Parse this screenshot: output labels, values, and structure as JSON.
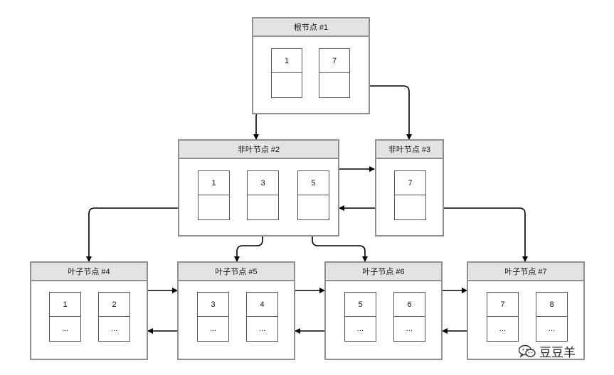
{
  "nodes": {
    "root": {
      "title": "根节点 #1",
      "keys": [
        "1",
        "7"
      ]
    },
    "internal2": {
      "title": "非叶节点 #2",
      "keys": [
        "1",
        "3",
        "5"
      ]
    },
    "internal3": {
      "title": "非叶节点 #3",
      "keys": [
        "7"
      ]
    },
    "leaf4": {
      "title": "叶子节点 #4",
      "keys": [
        "1",
        "2"
      ],
      "values": [
        "...",
        "..."
      ]
    },
    "leaf5": {
      "title": "叶子节点 #5",
      "keys": [
        "3",
        "4"
      ],
      "values": [
        "...",
        "..."
      ]
    },
    "leaf6": {
      "title": "叶子节点 #6",
      "keys": [
        "5",
        "6"
      ],
      "values": [
        "...",
        "..."
      ]
    },
    "leaf7": {
      "title": "叶子节点 #7",
      "keys": [
        "7",
        "8"
      ],
      "values": [
        "...",
        "..."
      ]
    }
  },
  "watermark": {
    "text": "豆豆羊",
    "icon": "wechat-icon"
  },
  "colors": {
    "header_bg": "#e3e3e3",
    "border": "#8f8f8f",
    "arrow": "#000000"
  }
}
